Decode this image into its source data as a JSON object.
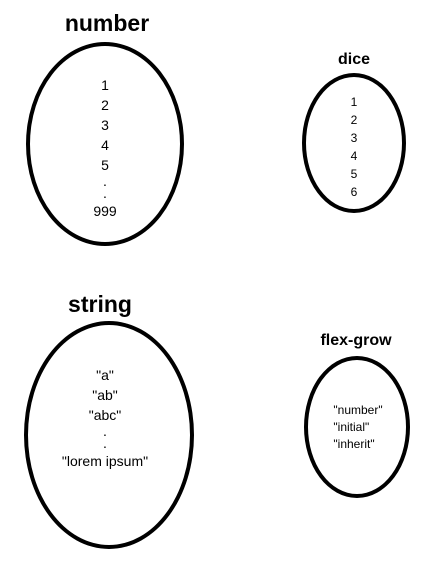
{
  "sets": {
    "number": {
      "title": "number",
      "items": [
        "1",
        "2",
        "3",
        "4",
        "5",
        ".",
        ".",
        "999"
      ]
    },
    "dice": {
      "title": "dice",
      "items": [
        "1",
        "2",
        "3",
        "4",
        "5",
        "6"
      ]
    },
    "string": {
      "title": "string",
      "items": [
        "\"a\"",
        "\"ab\"",
        "\"abc\"",
        ".",
        ".",
        "\"lorem ipsum\""
      ]
    },
    "flex_grow": {
      "title": "flex-grow",
      "items": [
        "\"number\"",
        "\"initial\"",
        "\"inherit\""
      ]
    }
  }
}
